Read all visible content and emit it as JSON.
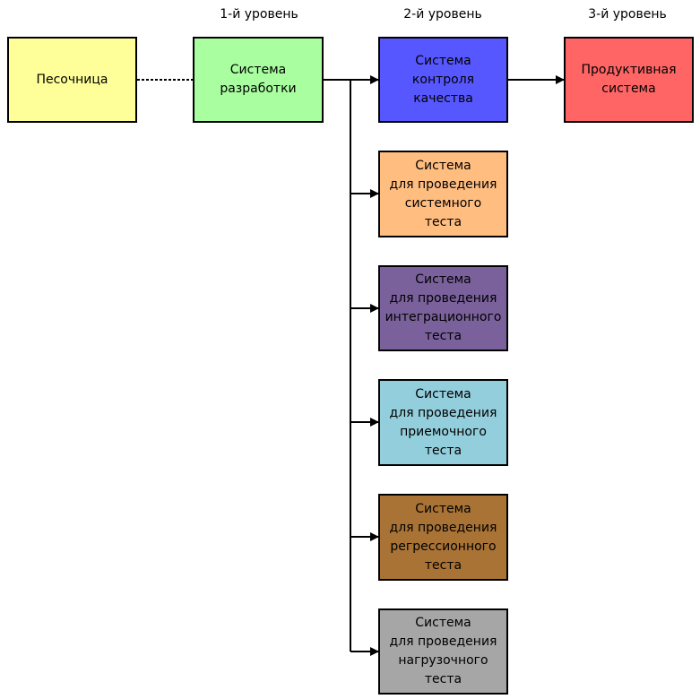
{
  "levels": [
    "1-й уровень",
    "2-й уровень",
    "3-й уровень"
  ],
  "boxes": {
    "sandbox": {
      "label": "Песочница",
      "color": "#ffff99"
    },
    "dev": {
      "label": "Система\nразработки",
      "color": "#a9ff9f"
    },
    "qa": {
      "label": "Система\nконтроля\nкачества",
      "color": "#5757ff"
    },
    "prod": {
      "label": "Продуктивная\nсистема",
      "color": "#ff6565"
    },
    "system_test": {
      "label": "Система\nдля проведения\nсистемного\nтеста",
      "color": "#ffbd80"
    },
    "integration_test": {
      "label": "Система\nдля проведения\nинтеграционного\nтеста",
      "color": "#7a619b"
    },
    "acceptance_test": {
      "label": "Система\nдля проведения\nприемочного\nтеста",
      "color": "#93cedc"
    },
    "regression_test": {
      "label": "Система\nдля проведения\nрегрессионного\nтеста",
      "color": "#a97335"
    },
    "load_test": {
      "label": "Система\nдля проведения\nнагрузочного\nтеста",
      "color": "#a6a6a6"
    }
  }
}
